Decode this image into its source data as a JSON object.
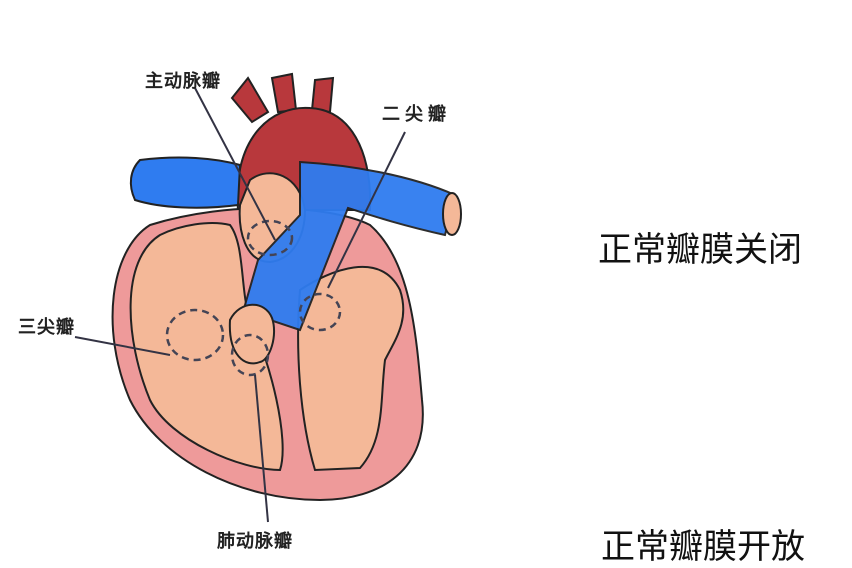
{
  "heart_labels": {
    "aortic_valve": "主动脉瓣",
    "mitral_valve": "二尖瓣",
    "tricuspid_valve": "三尖瓣",
    "pulmonary_valve": "肺动脉瓣"
  },
  "valve_states": {
    "closed_caption": "正常瓣膜关闭",
    "open_caption": "正常瓣膜开放"
  },
  "colors": {
    "aorta": "#b8383c",
    "vein_blue": "#2f7cf0",
    "myocardium": "#ee9a9a",
    "chamber": "#f4b898",
    "valve_fill": "#e0a093",
    "valve_open_center": "#d45f5f"
  }
}
